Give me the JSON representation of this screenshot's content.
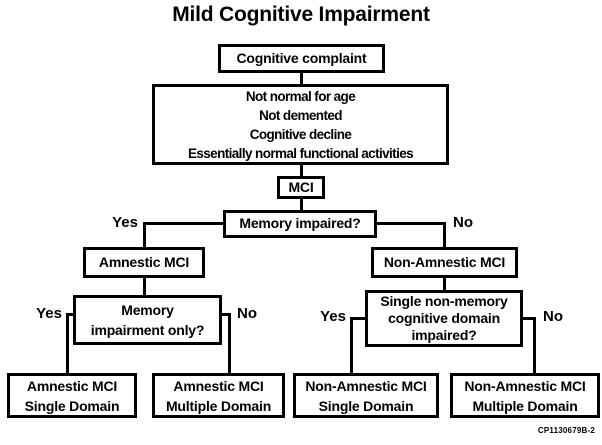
{
  "title": "Mild Cognitive Impairment",
  "figure_code": "CP1130679B-2",
  "colors": {
    "line": "#000000",
    "background": "#ffffff",
    "text": "#000000"
  },
  "nodes": {
    "cognitive_complaint": {
      "label": "Cognitive complaint"
    },
    "criteria": {
      "lines": [
        "Not normal for age",
        "Not demented",
        "Cognitive decline",
        "Essentially normal functional activities"
      ]
    },
    "mci": {
      "label": "MCI"
    },
    "memory_impaired": {
      "label": "Memory impaired?"
    },
    "amnestic_mci": {
      "label": "Amnestic MCI"
    },
    "non_amnestic_mci": {
      "label": "Non-Amnestic MCI"
    },
    "memory_impairment_only": {
      "lines": [
        "Memory",
        "impairment only?"
      ]
    },
    "single_non_memory": {
      "lines": [
        "Single non-memory",
        "cognitive domain",
        "impaired?"
      ]
    },
    "amnestic_single": {
      "lines": [
        "Amnestic MCI",
        "Single Domain"
      ]
    },
    "amnestic_multiple": {
      "lines": [
        "Amnestic MCI",
        "Multiple Domain"
      ]
    },
    "non_amnestic_single": {
      "lines": [
        "Non-Amnestic MCI",
        "Single Domain"
      ]
    },
    "non_amnestic_multiple": {
      "lines": [
        "Non-Amnestic MCI",
        "Multiple Domain"
      ]
    }
  },
  "branch_labels": {
    "memory_impaired_yes": "Yes",
    "memory_impaired_no": "No",
    "memory_only_yes": "Yes",
    "memory_only_no": "No",
    "single_non_memory_yes": "Yes",
    "single_non_memory_no": "No"
  }
}
